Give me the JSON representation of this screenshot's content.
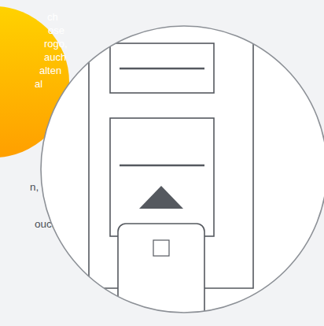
{
  "diagram": {
    "labels": [
      "ch",
      "ose",
      "rogo,",
      "auch",
      "alten",
      "al",
      "n,",
      "oucht."
    ]
  }
}
